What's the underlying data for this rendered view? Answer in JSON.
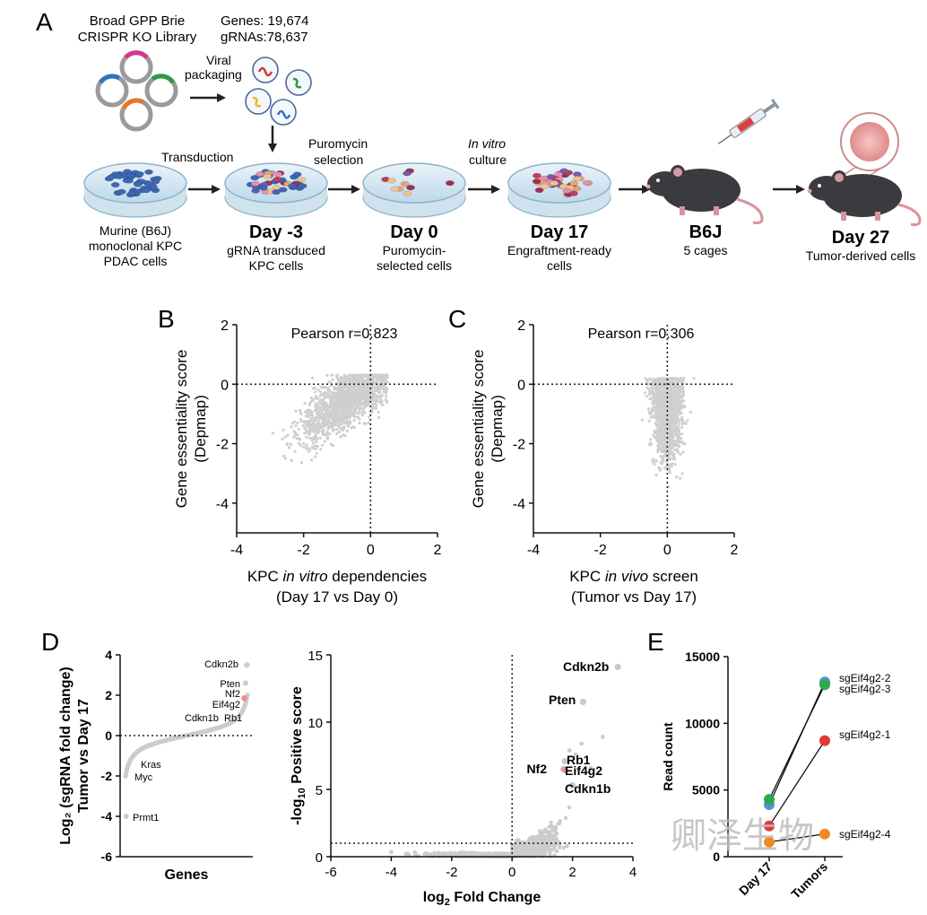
{
  "panel_labels": {
    "a": "A",
    "b": "B",
    "c": "C",
    "d": "D",
    "e": "E"
  },
  "panel_a": {
    "library_line1": "Broad GPP Brie",
    "library_line2": "CRISPR KO Library",
    "genes": "Genes: 19,674",
    "grnas": "gRNAs:78,637",
    "viral_line1": "Viral",
    "viral_line2": "packaging",
    "transduction": "Transduction",
    "puro_line1": "Puromycin",
    "puro_line2": "selection",
    "invitro_line1": "In vitro",
    "invitro_line2": "culture",
    "stages": [
      {
        "title": "",
        "line1": "Murine (B6J)",
        "line2": "monoclonal KPC",
        "line3": "PDAC cells"
      },
      {
        "title": "Day -3",
        "line1": "gRNA transduced",
        "line2": "KPC cells",
        "line3": ""
      },
      {
        "title": "Day 0",
        "line1": "Puromycin-",
        "line2": "selected cells",
        "line3": ""
      },
      {
        "title": "Day 17",
        "line1": "Engraftment-ready",
        "line2": "cells",
        "line3": ""
      },
      {
        "title": "B6J",
        "line1": "5 cages",
        "line2": "",
        "line3": ""
      },
      {
        "title": "Day 27",
        "line1": "Tumor-derived cells",
        "line2": "",
        "line3": ""
      }
    ],
    "colors": {
      "magenta": "#d9368f",
      "blue": "#2f74c0",
      "green": "#2e9a48",
      "orange": "#e8772a",
      "dish_cell_blue": "#3e67b5",
      "dish_cell_red": "#a03050"
    }
  },
  "chart_data": [
    {
      "id": "B",
      "type": "scatter",
      "annotation": "Pearson r=0.823",
      "ylabel_line1": "Gene essentiality score",
      "ylabel_line2": "(Depmap)",
      "xlabel_pre": "KPC ",
      "xlabel_ital": "in vitro",
      "xlabel_post": " dependencies",
      "xlabel_line2": "(Day 17 vs Day 0)",
      "xlim": [
        -4,
        2
      ],
      "ylim": [
        -5,
        2
      ],
      "xticks": [
        -4,
        -2,
        0,
        2
      ],
      "yticks": [
        2,
        0,
        -2,
        -4
      ],
      "cloud_center": [
        -0.6,
        -1.0
      ],
      "cloud_slope": 0.75,
      "color": "#cfcfcf"
    },
    {
      "id": "C",
      "type": "scatter",
      "annotation": "Pearson r=0.306",
      "ylabel_line1": "Gene essentiality score",
      "ylabel_line2": "(Depmap)",
      "xlabel_pre": "KPC ",
      "xlabel_ital": "in vivo",
      "xlabel_post": " screen",
      "xlabel_line2": "(Tumor vs Day 17)",
      "xlim": [
        -4,
        2
      ],
      "ylim": [
        -5,
        2
      ],
      "xticks": [
        -4,
        -2,
        0,
        2
      ],
      "yticks": [
        2,
        0,
        -2,
        -4
      ],
      "cloud_center": [
        0.0,
        -0.8
      ],
      "cloud_slope": 0.2,
      "color": "#cfcfcf"
    },
    {
      "id": "D-rank",
      "type": "line",
      "ylabel_line1": "Log₂ (sgRNA fold change)",
      "ylabel_line2": "Tumor vs Day 17",
      "xlabel": "Genes",
      "ylim": [
        -6,
        4
      ],
      "yticks": [
        4,
        2,
        0,
        -2,
        -4,
        -6
      ],
      "labels": [
        {
          "text": "Cdkn2b",
          "x": 0.995,
          "y": 3.5
        },
        {
          "text": "Pten",
          "x": 0.985,
          "y": 2.6
        },
        {
          "text": "Nf2",
          "x": 0.98,
          "y": 2.25
        },
        {
          "text": "Eif4g2",
          "x": 0.975,
          "y": 1.85
        },
        {
          "text": "Cdkn1b",
          "x": 0.93,
          "y": 1.3
        },
        {
          "text": "Rb1",
          "x": 0.97,
          "y": 1.3
        },
        {
          "text": "Kras",
          "x": 0.06,
          "y": -1.7
        },
        {
          "text": "Myc",
          "x": 0.05,
          "y": -2.2
        },
        {
          "text": "Prmt1",
          "x": 0.005,
          "y": -4.0
        }
      ],
      "color": "#cccccc",
      "highlight": "#f08d8d"
    },
    {
      "id": "D-volcano",
      "type": "scatter",
      "ylabel_pre": "-log",
      "ylabel_sub": "10",
      "ylabel_post": " Positive score",
      "xlabel_pre": "log",
      "xlabel_sub": "2",
      "xlabel_post": " Fold Change",
      "xlim": [
        -6,
        4
      ],
      "ylim": [
        0,
        15
      ],
      "xticks": [
        -6,
        -4,
        -2,
        0,
        2,
        4
      ],
      "yticks": [
        15,
        10,
        5,
        0
      ],
      "threshold_y": 1,
      "points": [
        {
          "label": "Cdkn2b",
          "x": 3.5,
          "y": 14.1
        },
        {
          "label": "Pten",
          "x": 2.35,
          "y": 11.5
        },
        {
          "label": "Rb1",
          "x": 1.75,
          "y": 7.1
        },
        {
          "label": "Nf2",
          "x": 1.7,
          "y": 6.5
        },
        {
          "label": "Eif4g2",
          "x": 1.75,
          "y": 6.45
        },
        {
          "label": "Cdkn1b",
          "x": 2.0,
          "y": 5.3
        }
      ],
      "color": "#cccccc",
      "highlight": "#f08d8d"
    },
    {
      "id": "E",
      "type": "line",
      "ylabel": "Read count",
      "categories": [
        "Day 17",
        "Tumors"
      ],
      "ylim": [
        0,
        15000
      ],
      "yticks": [
        15000,
        10000,
        5000,
        0
      ],
      "series": [
        {
          "name": "sgEif4g2-2",
          "values": [
            3900,
            13100
          ],
          "color": "#5b8ed6"
        },
        {
          "name": "sgEif4g2-3",
          "values": [
            4300,
            12900
          ],
          "color": "#2fa84a"
        },
        {
          "name": "sgEif4g2-1",
          "values": [
            2300,
            8700
          ],
          "color": "#e23a3a"
        },
        {
          "name": "sgEif4g2-4",
          "values": [
            1100,
            1700
          ],
          "color": "#f08a24"
        }
      ]
    }
  ],
  "watermark": "卿泽生物"
}
